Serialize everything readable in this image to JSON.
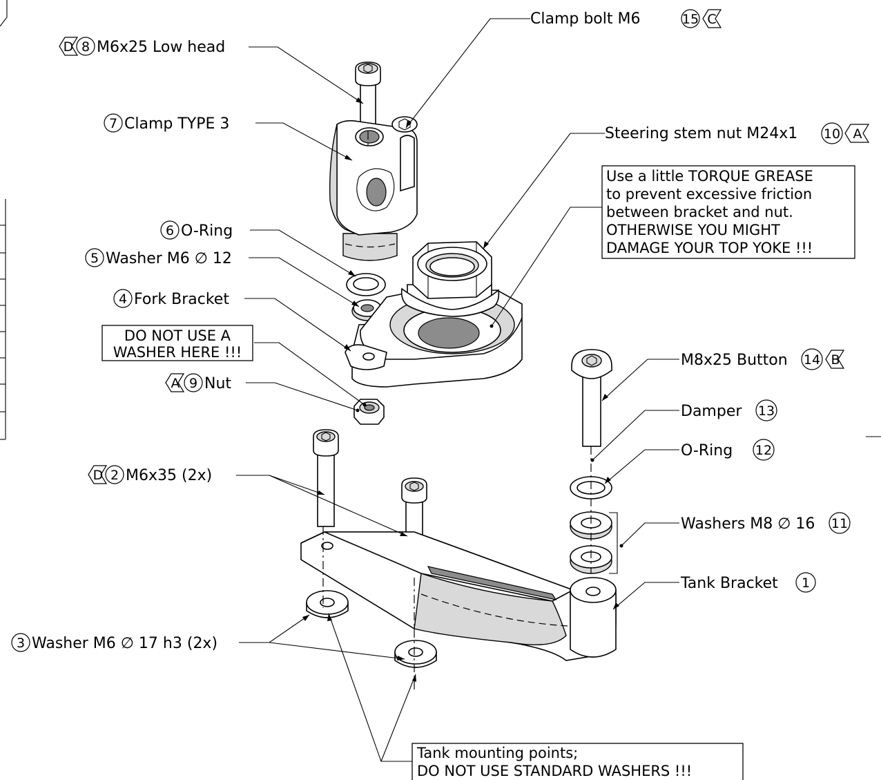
{
  "labels": {
    "clamp_bolt": {
      "text": "Clamp bolt M6",
      "item": "15",
      "ref": "C"
    },
    "low_head": {
      "ref": "D",
      "item": "8",
      "text": "M6x25 Low head"
    },
    "clamp": {
      "item": "7",
      "text": "Clamp TYPE 3"
    },
    "stem_nut": {
      "text": "Steering stem nut M24x1",
      "item": "10",
      "ref": "A"
    },
    "oring_upper": {
      "item": "6",
      "text": "O-Ring"
    },
    "washer_m6_12": {
      "item": "5",
      "text": "Washer M6 ∅ 12"
    },
    "fork_bracket": {
      "item": "4",
      "text": "Fork Bracket"
    },
    "nut": {
      "ref": "A",
      "item": "9",
      "text": "Nut"
    },
    "button": {
      "text": "M8x25 Button",
      "item": "14",
      "ref": "B"
    },
    "damper": {
      "text": "Damper",
      "item": "13"
    },
    "oring_lower": {
      "text": "O-Ring",
      "item": "12"
    },
    "washers_m8": {
      "text": "Washers M8 ∅ 16",
      "item": "11"
    },
    "tank_bracket": {
      "text": "Tank Bracket",
      "item": "1"
    },
    "m6x35": {
      "ref": "D",
      "item": "2",
      "text": "M6x35 (2x)"
    },
    "washer_m6_17": {
      "item": "3",
      "text": "Washer M6 ∅ 17 h3 (2x)"
    }
  },
  "notes": {
    "torque": [
      "Use a little TORQUE GREASE",
      "to prevent excessive friction",
      "between bracket and nut.",
      "OTHERWISE YOU MIGHT",
      "DAMAGE YOUR TOP YOKE !!!"
    ],
    "no_washer": [
      "DO NOT USE A",
      "WASHER HERE !!!"
    ],
    "tank_points": [
      "Tank mounting points;",
      "DO NOT USE  STANDARD WASHERS !!!"
    ]
  },
  "colors": {
    "line": "#000000",
    "shade": "#d9d9d9",
    "background": "#ffffff"
  }
}
